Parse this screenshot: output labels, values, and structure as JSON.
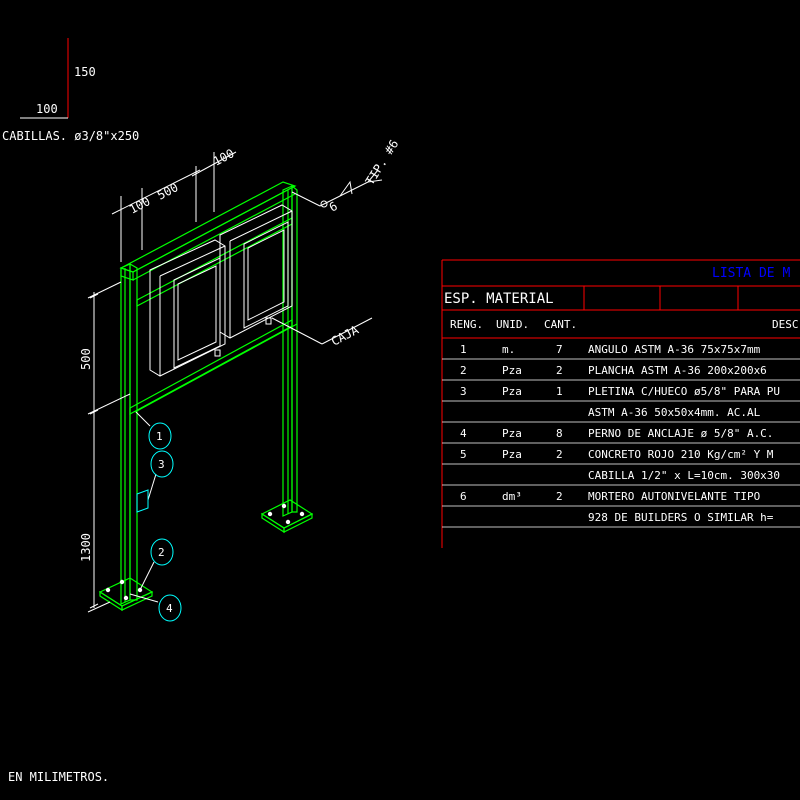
{
  "colors": {
    "background": "#000000",
    "structure": "#00ff00",
    "lines": "#ffffff",
    "dimension": "#ffffff",
    "callout": "#00ffff",
    "accent_red": "#ff0000",
    "accent_blue": "#0000ff"
  },
  "detail_top": {
    "dim_vertical": "150",
    "dim_horizontal": "100",
    "note": "CABILLAS. ø3/8\"x250"
  },
  "drawing": {
    "dim_100_left": "100",
    "dim_500": "500",
    "dim_100_top": "100",
    "weld_size": "6",
    "weld_note": "TIP. #6",
    "caja_label": "CAJA",
    "dim_500_vertical": "500",
    "dim_1300_vertical": "1300",
    "callouts": [
      "1",
      "3",
      "2",
      "4"
    ]
  },
  "materials_table": {
    "title": "LISTA DE M",
    "section_header": "ESP. MATERIAL",
    "col_reng": "RENG.",
    "col_unid": "UNID.",
    "col_cant": "CANT.",
    "col_desc": "DESC",
    "rows": [
      {
        "reng": "1",
        "unid": "m.",
        "cant": "7",
        "desc": "ANGULO ASTM A-36 75x75x7mm"
      },
      {
        "reng": "2",
        "unid": "Pza",
        "cant": "2",
        "desc": "PLANCHA ASTM A-36 200x200x6"
      },
      {
        "reng": "3",
        "unid": "Pza",
        "cant": "1",
        "desc": "PLETINA C/HUECO ø5/8\" PARA PU"
      },
      {
        "reng": "",
        "unid": "",
        "cant": "",
        "desc": "ASTM A-36 50x50x4mm. AC.AL"
      },
      {
        "reng": "4",
        "unid": "Pza",
        "cant": "8",
        "desc": "PERNO DE ANCLAJE ø 5/8\" A.C."
      },
      {
        "reng": "5",
        "unid": "Pza",
        "cant": "2",
        "desc": "CONCRETO ROJO 210 Kg/cm² Y M"
      },
      {
        "reng": "",
        "unid": "",
        "cant": "",
        "desc": "CABILLA 1/2\" x L=10cm. 300x30"
      },
      {
        "reng": "6",
        "unid": "dm³",
        "cant": "2",
        "desc": "MORTERO AUTONIVELANTE TIPO"
      },
      {
        "reng": "",
        "unid": "",
        "cant": "",
        "desc": "928 DE BUILDERS O SIMILAR h="
      }
    ]
  },
  "footer_note": "EN MILIMETROS."
}
